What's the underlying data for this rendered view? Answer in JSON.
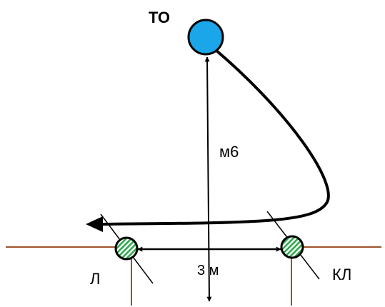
{
  "labels": {
    "target": "ТО",
    "vertical_distance": "м6",
    "horizontal_distance": "3 м",
    "left_post": "Л",
    "right_post": "КЛ"
  },
  "colors": {
    "target_fill": "#1aa6e8",
    "ground_line": "#a0522d",
    "post_stripe": "#2fa84f",
    "arrows": "#000000"
  }
}
